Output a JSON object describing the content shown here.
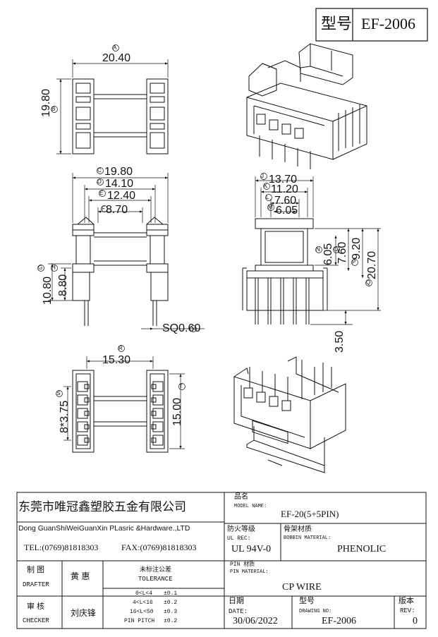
{
  "type_box": {
    "label": "型号",
    "value": "EF-2006"
  },
  "dims": {
    "top_width": "20.40",
    "top_height": "19.80",
    "c": "19.80",
    "d": "14.10",
    "e": "12.40",
    "f": "8.70",
    "g": "10.80",
    "h": "8.80",
    "sq": "SQ0.60",
    "j": "13.70",
    "k": "11.20",
    "l": "7.60",
    "m": "6.05",
    "n": "6.05",
    "o": "7.60",
    "p": "9.20",
    "q": "20.70",
    "pin_len": "3.50",
    "r": "15.30",
    "s": "8*3.75",
    "t": "15.00"
  },
  "circles": {
    "a": "A",
    "b": "B",
    "c": "C",
    "d": "D",
    "e": "E",
    "f": "F",
    "g": "G",
    "h": "H",
    "j": "J",
    "k": "K",
    "l": "L",
    "m": "M",
    "n": "N",
    "o": "O",
    "p": "P",
    "q": "Q",
    "r": "R",
    "s": "S",
    "t": "T"
  },
  "title_block": {
    "company_cn": "东莞市唯冠鑫塑胶五金有限公司",
    "company_en": "Dong GuanShiWeiGuanXin PLasric &Hardware.,LTD",
    "tel": "TEL:(0769)81818303",
    "fax": "FAX:(0769)81818303",
    "model_cn": "品名",
    "model_en": "MODEL NAME:",
    "model_value": "EF-20(5+5PIN)",
    "ul_cn": "防火等级",
    "ul_en": "UL REC:",
    "ul_value": "UL 94V-0",
    "bobbin_cn": "骨架材质",
    "bobbin_en": "BOBBIN MATERIAL:",
    "bobbin_value": "PHENOLIC",
    "drafter_cn": "制  图",
    "drafter_en": "DRAFTER",
    "drafter_name": "黄 惠",
    "tol_cn": "未标注公差",
    "tol_en": "TOLERANCE",
    "tol_rows": [
      {
        "range": "0<L<4",
        "value": "±0.1"
      },
      {
        "range": "4<L<16",
        "value": "±0.2"
      },
      {
        "range": "16<L<50",
        "value": "±0.3"
      },
      {
        "range": "PIN PITCH",
        "value": "±0.2"
      }
    ],
    "pin_cn": "PIN 材质",
    "pin_en": "PIN MATERIAL:",
    "pin_value": "CP WIRE",
    "checker_cn": "审  核",
    "checker_en": "CHECKER",
    "checker_name": "刘庆锋",
    "date_cn": "日期",
    "date_en": "DATE:",
    "date_value": "30/06/2022",
    "drawing_cn": "型号",
    "drawing_en": "DRAWING NO:",
    "drawing_value": "EF-2006",
    "rev_cn": "版本",
    "rev_en": "REV:",
    "rev_value": "0"
  }
}
